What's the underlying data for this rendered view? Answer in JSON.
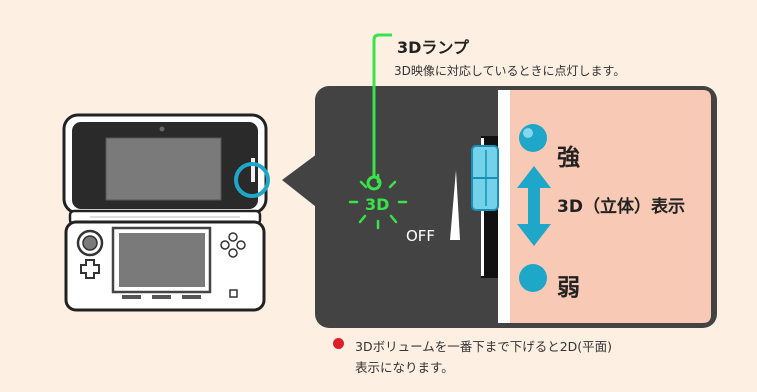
{
  "lamp": {
    "title": "3Dランプ",
    "description": "3D映像に対応しているときに点灯します。",
    "icon_text": "3D"
  },
  "slider": {
    "off_label": "OFF",
    "strong_label": "強",
    "weak_label": "弱",
    "mode_label": "3D（立体）表示"
  },
  "note": {
    "line1": "3Dボリュームを一番下まで下げると2D(平面)",
    "line2": "表示になります。"
  },
  "colors": {
    "background": "#fdf0e3",
    "panel_dark": "#434343",
    "panel_pink": "#f8c9b4",
    "accent_teal": "#1ea7c9",
    "lamp_green": "#39e34a",
    "note_red": "#e01d2a"
  }
}
